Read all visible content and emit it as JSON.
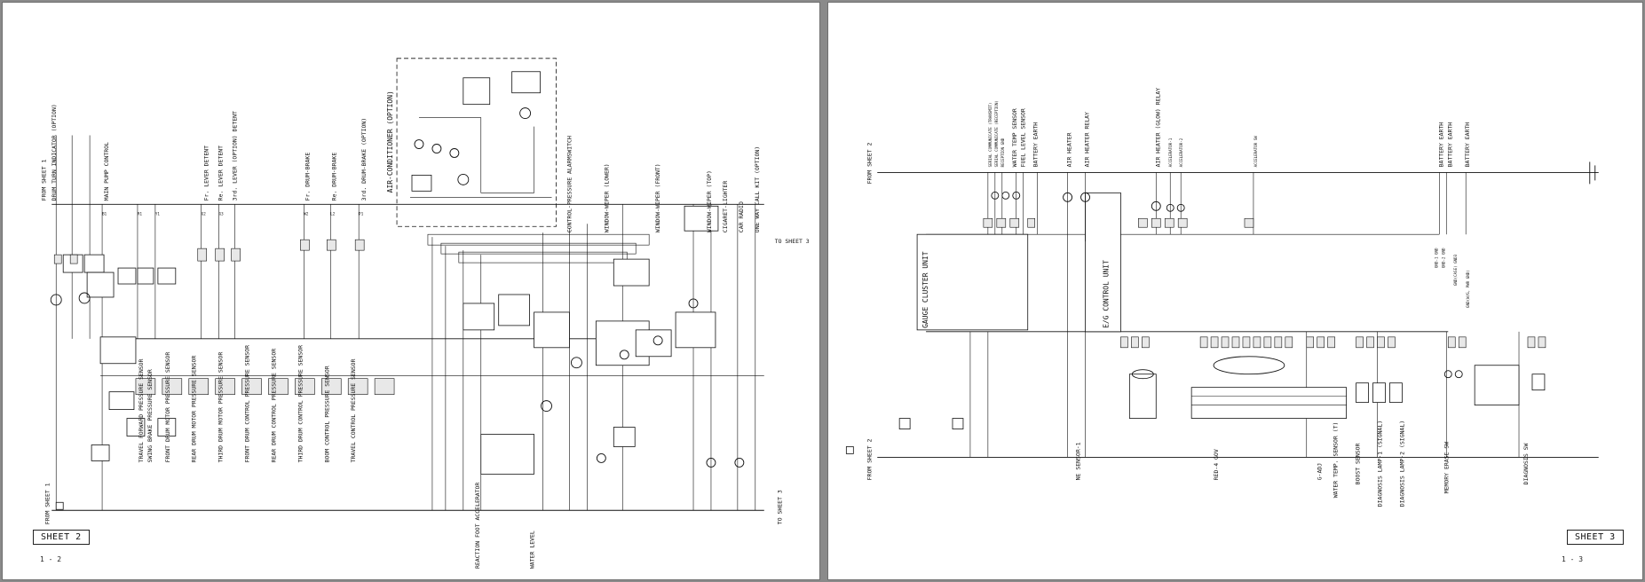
{
  "left_sheet": {
    "sheet_label": "SHEET 2",
    "page_number": "1 - 2",
    "from_sheet_top": "FROM SHEET 1",
    "from_sheet_bottom": "FROM SHEET 1",
    "to_sheet_top": "TO SHEET 3",
    "to_sheet_bottom": "TO SHEET 3",
    "top_labels": [
      "DRUM TURN INDICATOR (OPTION)",
      "MAIN PUMP CONTROL",
      "Fr. LEVER DETENT",
      "Re. LEVER DETENT",
      "3rd. LEVER (OPTION) DETENT",
      "Fr. DRUM-BRAKE",
      "Re. DRUM-BRAKE",
      "3rd. DRUM-BRAKE (OPTION)",
      "AIR-CONDITIONER (OPTION)",
      "CONTROL-PRESSURE ALARMSWITCH",
      "WINDOW-WIPER (LOWER)",
      "WINDOW-WIPER (FRONT)",
      "WINDOW-WIPER (TOP)",
      "CIGARET-LIGHTER",
      "CAR RADIO",
      "ONE WAY CALL KIT (OPTION)"
    ],
    "sensor_labels": [
      "TRAVEL FORWARD PRESSURE SENSOR",
      "SWING BRAKE PRESSURE SENSOR",
      "FRONT DRUM MOTOR PRESSURE SENSOR",
      "REAR DRUM MOTOR PRESSURE SENSOR",
      "THIRD DRUM MOTOR PRESSURE SENSOR",
      "FRONT DRUM CONTROL PRESSURE SENSOR",
      "REAR DRUM CONTROL PRESSURE SENSOR",
      "THIRD DRUM CONTROL PRESSURE SENSOR",
      "BOOM CONTROL PRESSURE SENSOR",
      "TRAVEL CONTROL PRESSURE SENSOR"
    ],
    "bottom_labels": [
      "REACTION FOOT ACCELERATOR",
      "WATER LEVEL"
    ]
  },
  "right_sheet": {
    "sheet_label": "SHEET 3",
    "page_number": "1 - 3",
    "from_sheet_top": "FROM SHEET 2",
    "from_sheet_bottom": "FROM SHEET 2",
    "top_labels": [
      "SERIAL COMMUNICATE (TRANSMIT)",
      "SERIAL COMMUNICATE (RECEPTION)",
      "RECEPTION GND",
      "WATER TEMP SENSOR",
      "FUEL LEVEL SENSOR",
      "BATTERY EARTH",
      "AIR HEATER",
      "AIR HEATER RELAY",
      "AIR HEATER (GLOW) RELAY",
      "ACCELERATOR-1",
      "ACCELERATOR-2",
      "ACCELERATOR SW",
      "BATTERY EARTH",
      "BATTERY EARTH",
      "BATTERY EARTH"
    ],
    "units": [
      "GAUGE CLUSTER UNIT",
      "E/G CONTROL UNIT"
    ],
    "bottom_labels": [
      "NE SENSOR-1",
      "RED-4 GOV",
      "G-ADJ",
      "WATER TEMP. SENSOR (T)",
      "BOOST SENSOR",
      "DIAGNOSIS LAMP-1 (SIGNAL)",
      "DIAGNOSIS LAMP-2 (SIGNAL)",
      "MEMORY ERASE SW",
      "DIAGNOSIS SW"
    ],
    "gnd_labels": [
      "GND-1 GND",
      "GND-2 GND",
      "GND(CASE) GND3",
      "GND(W/G, PWR GND)"
    ]
  }
}
